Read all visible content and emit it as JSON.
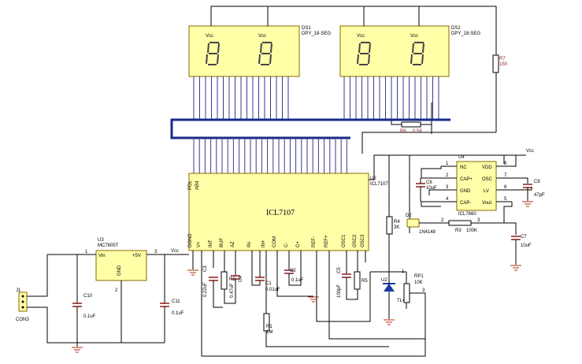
{
  "displays": [
    {
      "ref": "DS1",
      "type": "DPY_18-SEG"
    },
    {
      "ref": "DS2",
      "type": "DPY_18-SEG"
    }
  ],
  "main_ic": {
    "ref": "U2",
    "part": "ICL7107",
    "label": "ICL7107",
    "left_pins": [
      "POL",
      "AB4"
    ],
    "bottom_pins": [
      "DGND",
      "V+",
      "INT",
      "BUF",
      "AZ",
      "IN-",
      "IN+",
      "COM",
      "C-",
      "C+",
      "REF-",
      "REF+",
      "OSC1",
      "OSC2",
      "OSC3"
    ]
  },
  "vcc_label": "Vcc",
  "regulator": {
    "ref": "U3",
    "part": "MC7805T",
    "vin": "Vin",
    "vout": "+5V",
    "gnd": "GND"
  },
  "converter": {
    "ref": "U4",
    "part": "ICL7660",
    "pins_left": [
      "NC",
      "CAP+",
      "GND",
      "CAP-"
    ],
    "pins_right": [
      "VDD",
      "OSC",
      "LV",
      "Vout"
    ]
  },
  "components": {
    "R7": {
      "ref": "R7",
      "value": "150"
    },
    "R6": {
      "ref": "R6",
      "value": "0.5K"
    },
    "C6": {
      "ref": "C6",
      "value": "10uF"
    },
    "C8": {
      "ref": "C8",
      "value": "47pF"
    },
    "C7": {
      "ref": "C7",
      "value": "10uF"
    },
    "D2": {
      "ref": "D2",
      "value": "1N4148"
    },
    "R3": {
      "ref": "R3",
      "value": "100K"
    },
    "R4": {
      "ref": "R4",
      "value": "3K"
    },
    "RP1": {
      "ref": "RP1",
      "value": "10K"
    },
    "U2b": {
      "ref": "U2",
      "value": "TL431"
    },
    "R1": {
      "ref": "R1",
      "value": "1M"
    },
    "C1": {
      "ref": "C1",
      "value": "0.01uF"
    },
    "C2": {
      "ref": "C2",
      "value": "0.1uF"
    },
    "C3": {
      "ref": "C3",
      "value": "0.22uF"
    },
    "C4": {
      "ref": "C4",
      "value": "0.47uF"
    },
    "C5": {
      "ref": "C5",
      "value": "100pF"
    },
    "C10": {
      "ref": "C10",
      "value": "0.1uF"
    },
    "C11": {
      "ref": "C11",
      "value": "0.1uF"
    },
    "J1": {
      "ref": "J1",
      "value": "CON3"
    }
  },
  "pin_numbers": {
    "reg_in": "1",
    "reg_out": "3",
    "reg_gnd": "2"
  }
}
